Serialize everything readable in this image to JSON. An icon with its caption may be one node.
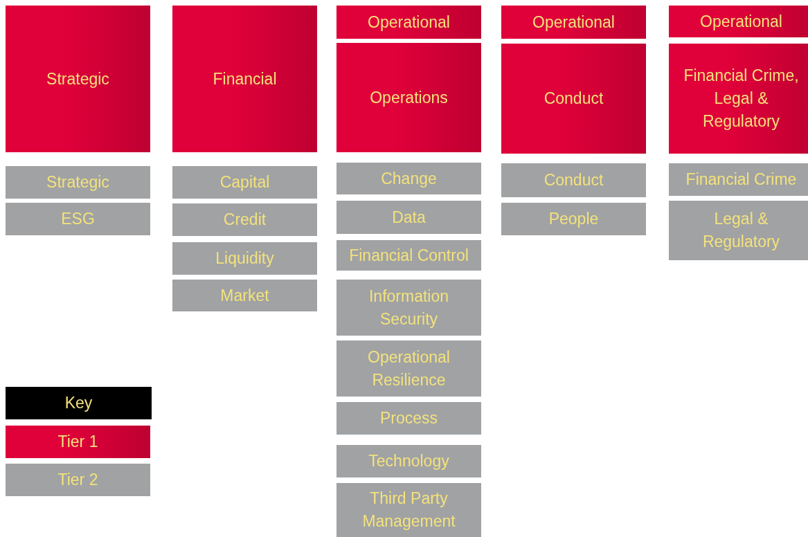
{
  "diagram": {
    "nodes": [
      {
        "text": [
          "Strategic"
        ]
      },
      {
        "text": [
          "Strategic"
        ]
      },
      {
        "text": [
          "ESG"
        ]
      },
      {
        "text": [
          "Financial"
        ]
      },
      {
        "text": [
          "Capital"
        ]
      },
      {
        "text": [
          "Credit"
        ]
      },
      {
        "text": [
          "Liquidity"
        ]
      },
      {
        "text": [
          "Market"
        ]
      },
      {
        "text": [
          "Operational"
        ]
      },
      {
        "text": [
          "Operations"
        ]
      },
      {
        "text": [
          "Change"
        ]
      },
      {
        "text": [
          "Data"
        ]
      },
      {
        "text": [
          "Financial Control"
        ]
      },
      {
        "text": [
          "Information Security"
        ]
      },
      {
        "text": [
          "Operational Resilience"
        ]
      },
      {
        "text": [
          "Process"
        ]
      },
      {
        "text": [
          "Technology"
        ]
      },
      {
        "text": [
          "Third Party Management"
        ]
      },
      {
        "text": [
          "Operational"
        ]
      },
      {
        "text": [
          "Conduct"
        ]
      },
      {
        "text": [
          "Conduct"
        ]
      },
      {
        "text": [
          "People"
        ]
      },
      {
        "text": [
          "Operational"
        ]
      },
      {
        "text": [
          "Financial Crime, Legal & Regulatory"
        ]
      },
      {
        "text": [
          "Financial Crime"
        ]
      },
      {
        "text": [
          "Legal & Regulatory"
        ]
      }
    ],
    "labels": [
      "Key"
    ],
    "legend": [
      {
        "text": "Tier 1",
        "color": "#e0003a"
      },
      {
        "text": "Tier 2",
        "color": "#a0a2a4"
      }
    ]
  }
}
